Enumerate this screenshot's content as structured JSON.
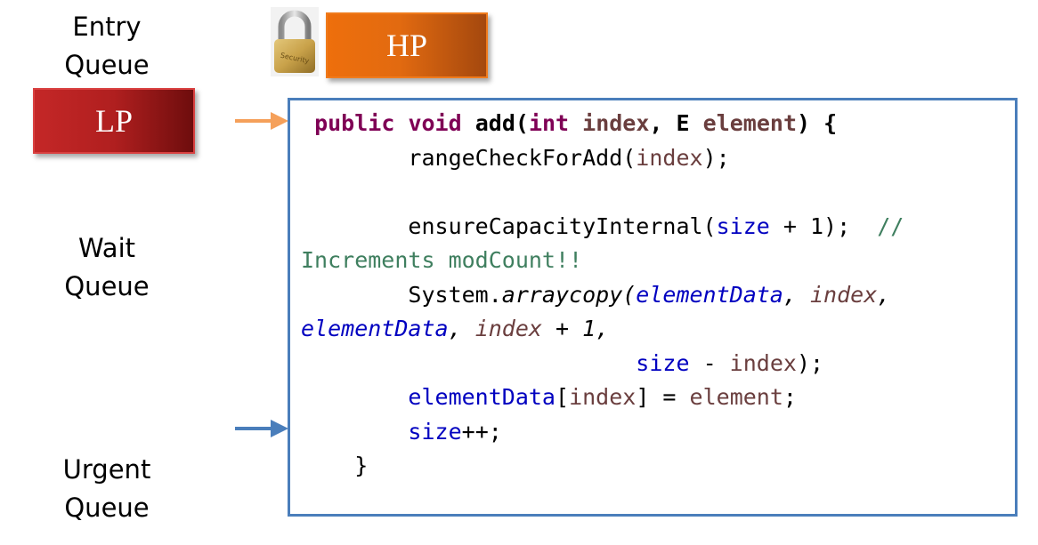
{
  "queues": {
    "entry": [
      "Entry",
      "Queue"
    ],
    "wait": [
      "Wait",
      "Queue"
    ],
    "urgent": [
      "Urgent",
      "Queue"
    ]
  },
  "lock": {
    "icon": "padlock-icon",
    "engraving": "Security"
  },
  "boxes": {
    "hp_label": "HP",
    "lp_label": "LP",
    "hp_color": "#e26a10",
    "lp_color": "#b01f1f"
  },
  "arrows": {
    "entry_arrow_color": "#f5a05a",
    "urgent_arrow_color": "#4a7ebb"
  },
  "code": {
    "l1": {
      "public": "public",
      "void": "void",
      "add": "add(",
      "int": "int",
      "index": "index",
      "comma": ", E ",
      "element": "element",
      "close": ") {"
    },
    "l2": {
      "call": "rangeCheckForAdd(",
      "index": "index",
      "close": ");"
    },
    "l3": {
      "call": "ensureCapacityInternal(",
      "size": "size",
      "rest": " + 1);",
      "comment": "//"
    },
    "l4": {
      "comment": "Increments modCount!!"
    },
    "l5": {
      "system": "System.",
      "arraycopy": "arraycopy(",
      "elementData": "elementData",
      "sep1": ", ",
      "index": "index",
      "sep2": ","
    },
    "l6": {
      "elementData": "elementData",
      "sep1": ", ",
      "index": "index",
      "rest": " + 1,"
    },
    "l7": {
      "size": "size",
      "minus": " - ",
      "index": "index",
      "close": ");"
    },
    "l8": {
      "elementData": "elementData",
      "open": "[",
      "index": "index",
      "mid": "] = ",
      "element": "element",
      "close": ";"
    },
    "l9": {
      "size": "size",
      "inc": "++;"
    },
    "l10": {
      "brace": "}"
    }
  }
}
